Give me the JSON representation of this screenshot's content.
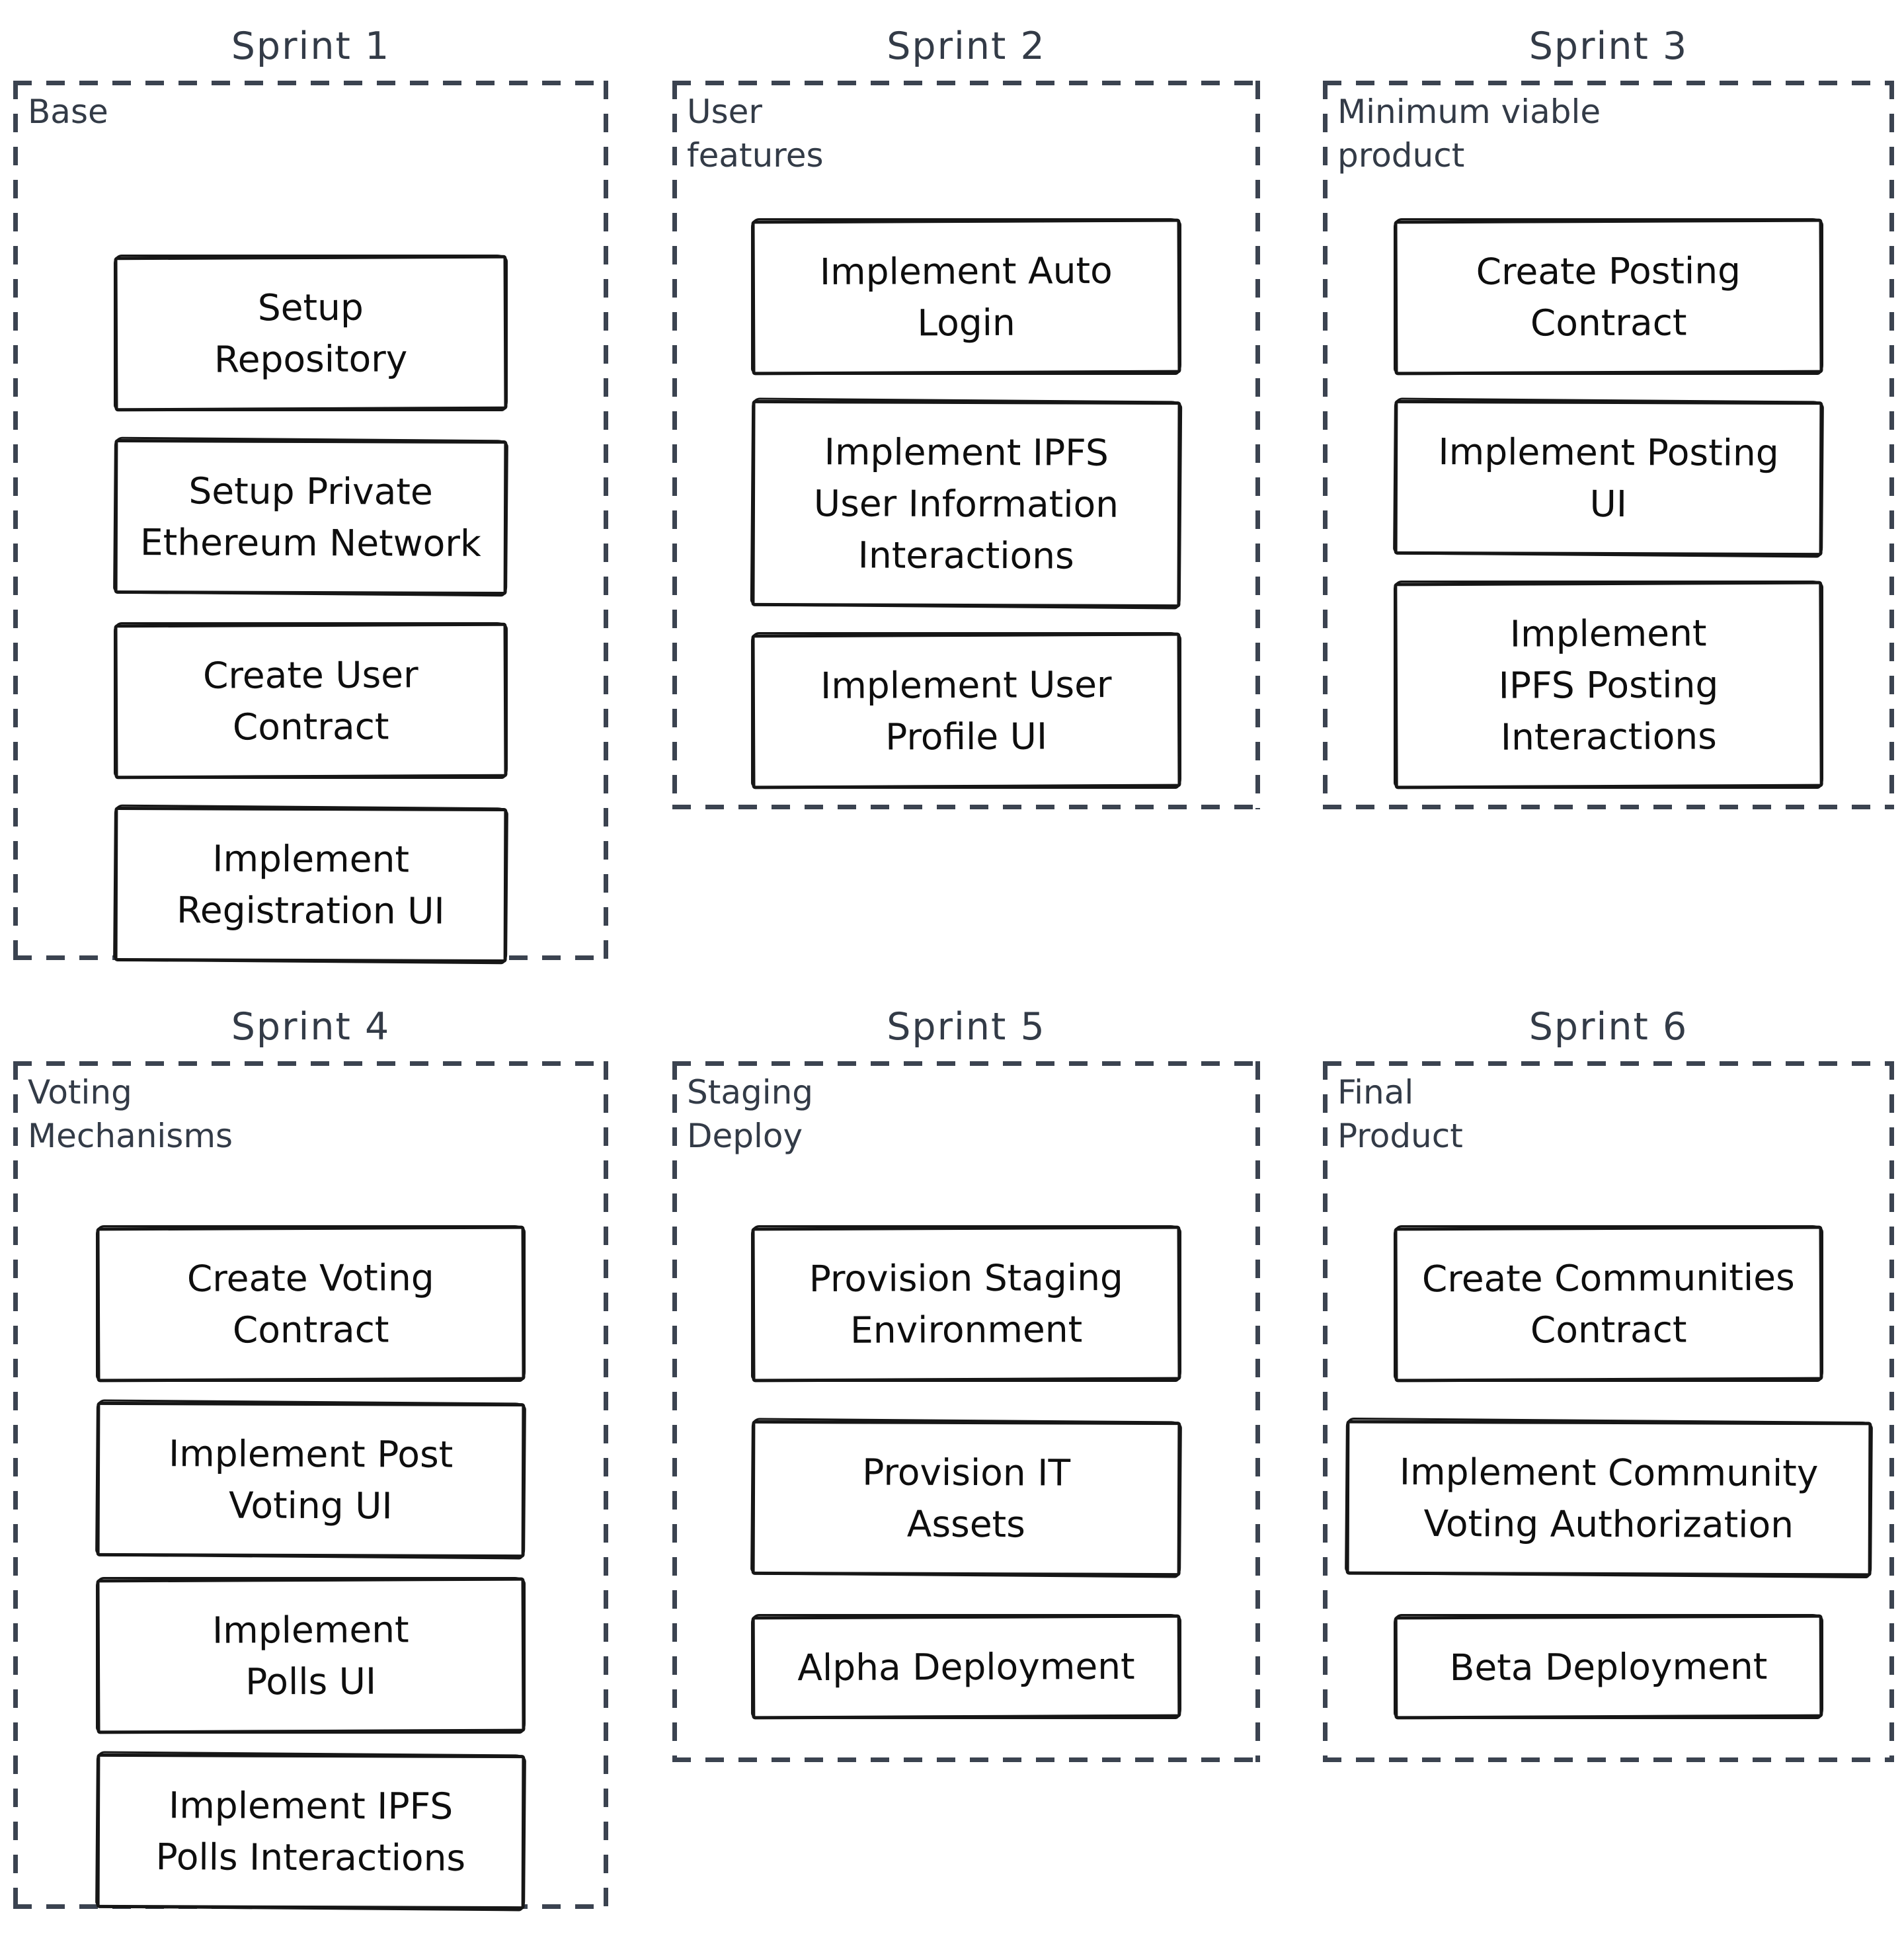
{
  "board": {
    "background": "#ffffff"
  },
  "colors": {
    "shape_stroke": "#161616",
    "container_stroke": "#3b4350",
    "task_text": "#0e0e0e",
    "label_text": "#333b47"
  },
  "sprints": [
    {
      "title": "Sprint 1",
      "label": "Base",
      "tasks": [
        "Setup\nRepository",
        "Setup Private\nEthereum Network",
        "Create User\nContract",
        "Implement\nRegistration UI"
      ]
    },
    {
      "title": "Sprint 2",
      "label": "User\nfeatures",
      "tasks": [
        "Implement Auto\nLogin",
        "Implement IPFS\nUser Information\nInteractions",
        "Implement User\nProfile UI"
      ]
    },
    {
      "title": "Sprint 3",
      "label": "Minimum viable\nproduct",
      "tasks": [
        "Create Posting\nContract",
        "Implement Posting\nUI",
        "Implement\nIPFS Posting\nInteractions"
      ]
    },
    {
      "title": "Sprint 4",
      "label": "Voting\nMechanisms",
      "tasks": [
        "Create Voting\nContract",
        "Implement Post\nVoting UI",
        "Implement\nPolls UI",
        "Implement IPFS\nPolls Interactions"
      ]
    },
    {
      "title": "Sprint 5",
      "label": "Staging\nDeploy",
      "tasks": [
        "Provision Staging\nEnvironment",
        "Provision IT\nAssets",
        "Alpha Deployment"
      ]
    },
    {
      "title": "Sprint 6",
      "label": "Final\nProduct",
      "tasks": [
        "Create Communities\nContract",
        "Implement Community\nVoting Authorization",
        "Beta Deployment"
      ]
    }
  ]
}
